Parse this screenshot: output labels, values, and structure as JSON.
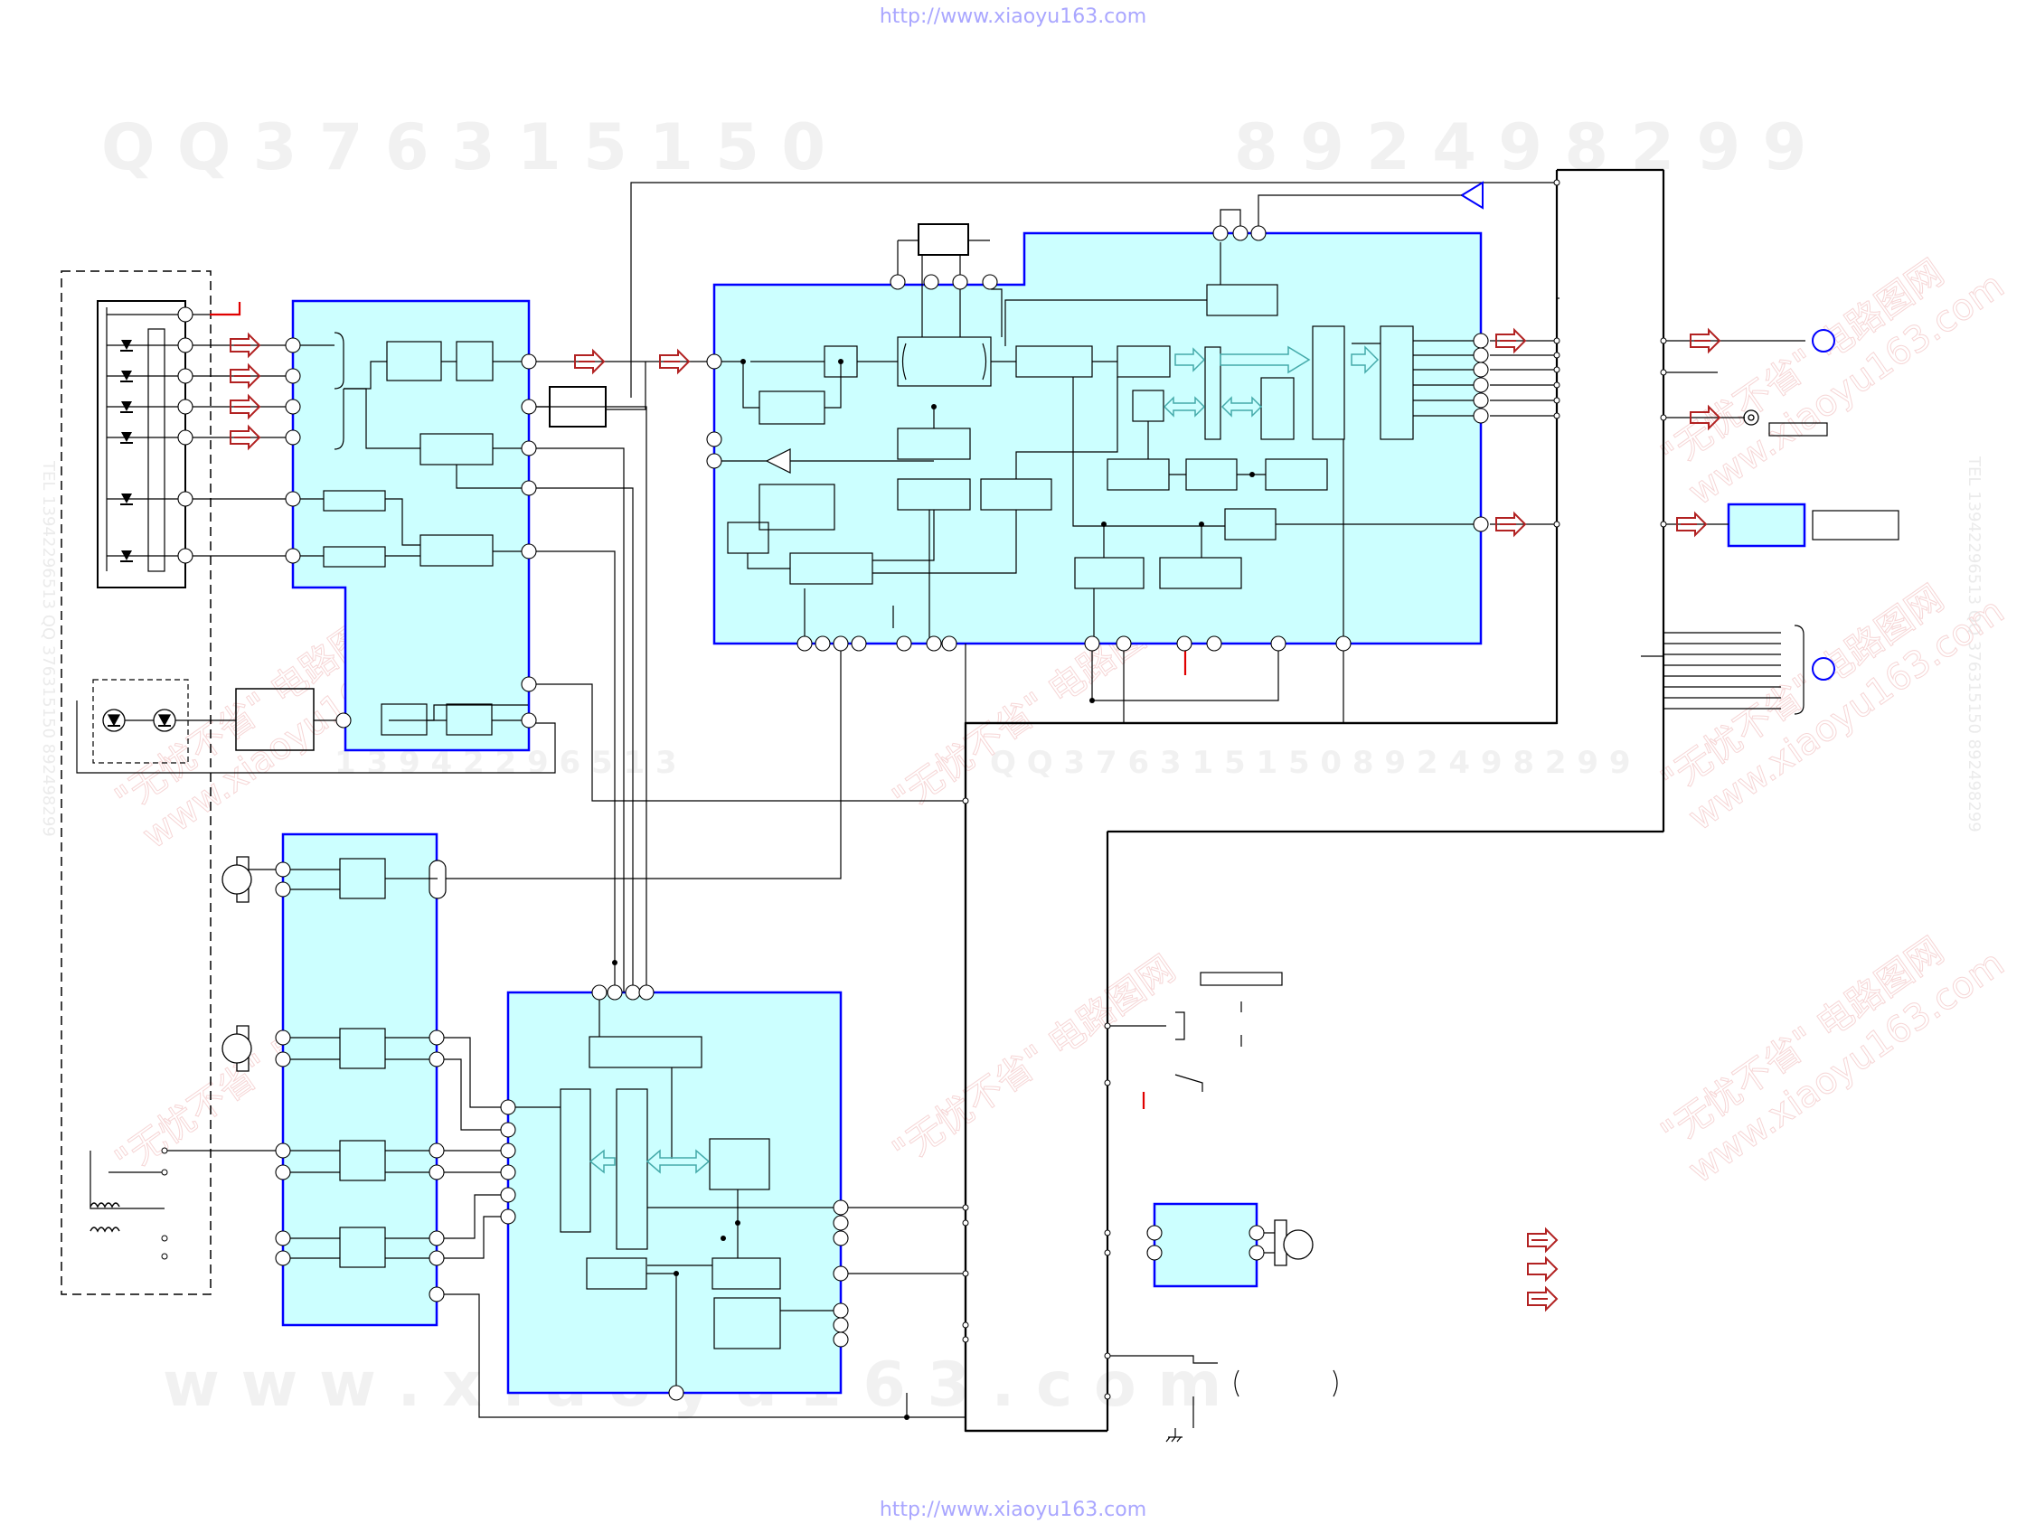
{
  "watermark": {
    "url_top": "http://www.xiaoyu163.com",
    "url_bottom": "http://www.xiaoyu163.com",
    "qq_banner_left": "Q Q   3 7 6 3 1 5 1 5 0",
    "qq_banner_right": "8 9 2 4 9 8 2 9 9",
    "www_banner": "w w w . x i a o y u 1 6 3 . c o m",
    "mid_banner": "Q Q   3 7 6 3 1 5 1 5 0   8 9 2 4 9 8 2 9 9",
    "mid_banner_left": "1 3 9 4 2 2 9 6 5 1 3",
    "side_left": "TEL 13942296513  QQ 376315150  892498299",
    "side_right": "TEL 13942296513  QQ 376315150  892498299",
    "stamp_cn": "\"无忧不省\" 电路图网",
    "stamp_url": "www.xiaoyu163.com"
  },
  "diagram": {
    "signal_legend_count": 3,
    "colors": {
      "block_fill": "#ccffff",
      "block_border": "#0000ff",
      "wire": "#000000",
      "signal_arrow": "#b22222",
      "signal_red": "#e00000",
      "watermark_url": "#a9a6ff"
    }
  }
}
